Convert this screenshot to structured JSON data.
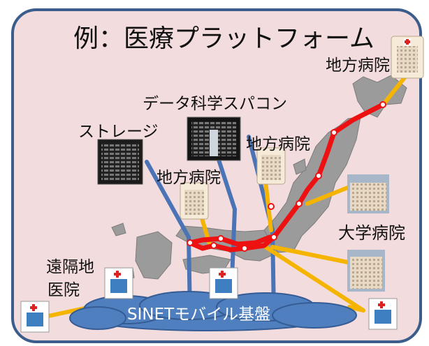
{
  "title": "例：医療プラットフォーム",
  "labels": {
    "regional_hospital_1": "地方病院",
    "regional_hospital_2": "地方病院",
    "regional_hospital_3": "地方病院",
    "university_hospital": "大学病院",
    "data_science_supercomputer": "データ科学スパコン",
    "storage": "ストレージ",
    "remote_area": "遠隔地",
    "clinic": "医院",
    "network": "SINETモバイル基盤"
  },
  "colors": {
    "frame_border": "#3a5d8c",
    "frame_fill": "#f3dcdd",
    "map_fill": "#9a9a9a",
    "backbone": "#ee1111",
    "mobile_link": "#f5b400",
    "core_link": "#4a74b6",
    "cloud_fill": "#4f7fbf"
  },
  "icons": [
    "hospital-icon",
    "clinic-icon",
    "supercomputer-image",
    "storage-rack-image",
    "university-building-image"
  ]
}
